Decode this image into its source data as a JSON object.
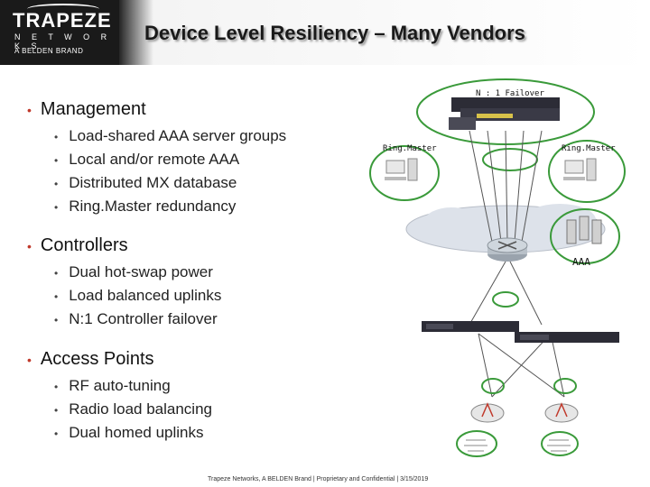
{
  "header": {
    "logo_brand": "TRAPEZE",
    "logo_sub": "N E T W O R K S",
    "logo_tag": "A BELDEN BRAND",
    "title": "Device Level Resiliency – Many Vendors"
  },
  "sections": [
    {
      "heading": "Management",
      "items": [
        "Load-shared AAA server groups",
        "Local and/or remote AAA",
        "Distributed MX database",
        "Ring.Master redundancy"
      ]
    },
    {
      "heading": "Controllers",
      "items": [
        "Dual hot-swap power",
        "Load balanced uplinks",
        "N:1 Controller failover"
      ]
    },
    {
      "heading": "Access Points",
      "items": [
        "RF auto-tuning",
        "Radio load balancing",
        "Dual homed uplinks"
      ]
    }
  ],
  "diagram": {
    "failover_label": "N : 1 Failover",
    "ringmaster_left": "Ring.Master",
    "ringmaster_right": "Ring.Master",
    "aaa_label": "AAA",
    "colors": {
      "ring": "#3a9a3a",
      "cloud": "#dde2ea",
      "device": "#2c2c36"
    }
  },
  "footer": {
    "text": "Trapeze Networks, A BELDEN Brand | Proprietary and Confidential | 3/15/2019"
  }
}
